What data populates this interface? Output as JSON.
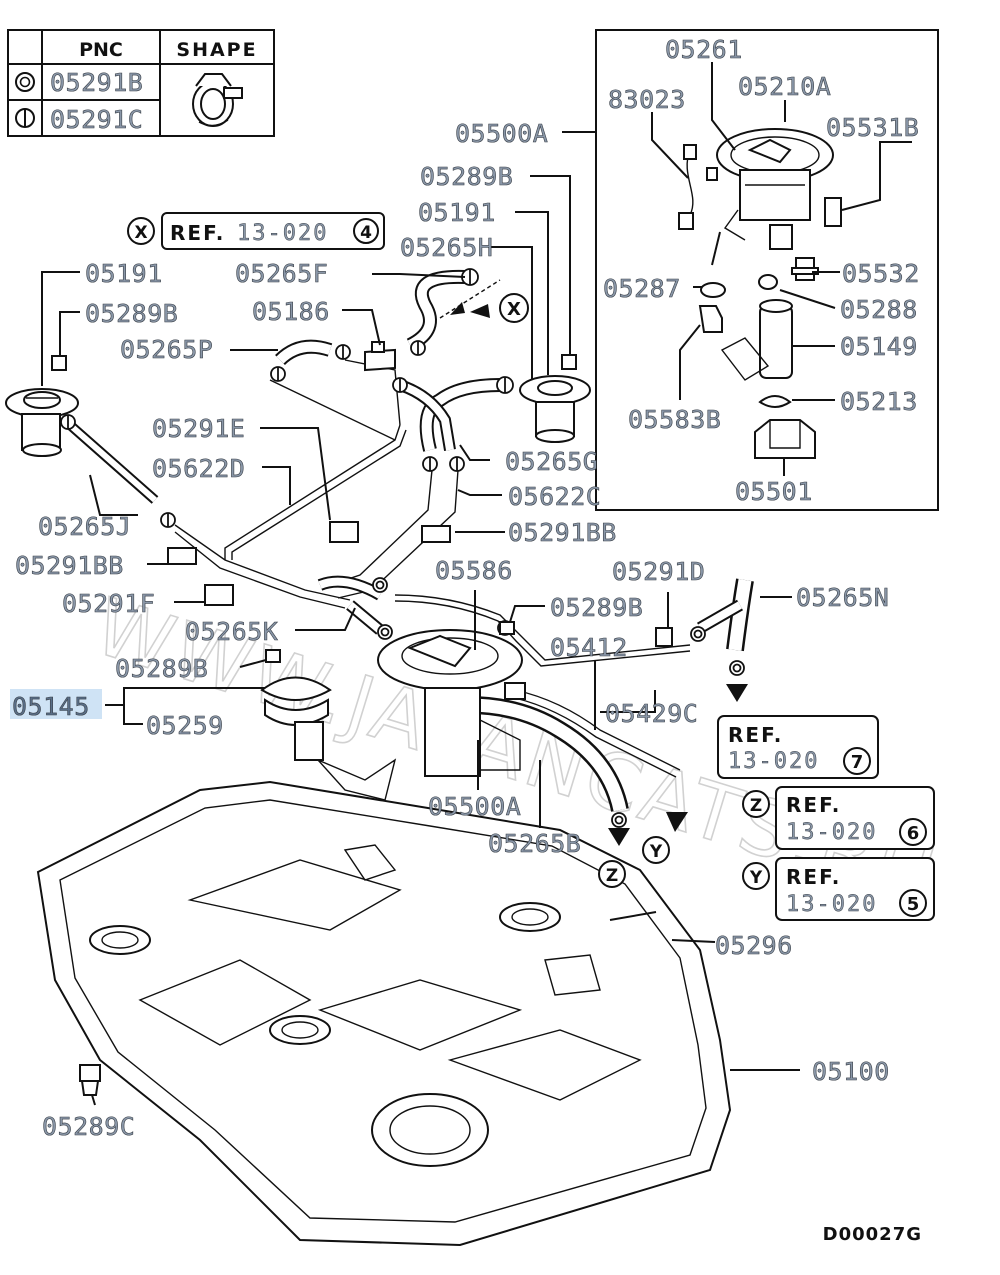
{
  "legend": {
    "headers": {
      "pnc": "PNC",
      "shape": "SHAPE"
    },
    "rows": [
      {
        "symbol": "double-circle",
        "pnc": "05291B"
      },
      {
        "symbol": "circle-bar",
        "pnc": "05291C"
      }
    ]
  },
  "parts": {
    "p05500A_top": "05500A",
    "p05261": "05261",
    "p83023": "83023",
    "p05210A": "05210A",
    "p05531B": "05531B",
    "p05289B_1": "05289B",
    "p05191_1": "05191",
    "p05265H": "05265H",
    "p05532": "05532",
    "p05287": "05287",
    "p05288": "05288",
    "p05149": "05149",
    "p05583B": "05583B",
    "p05213": "05213",
    "p05501": "05501",
    "p05191_2": "05191",
    "p05289B_2": "05289B",
    "p05265F": "05265F",
    "p05186": "05186",
    "p05265P": "05265P",
    "p05291E": "05291E",
    "p05622D": "05622D",
    "p05265G": "05265G",
    "p05622C": "05622C",
    "p05265J": "05265J",
    "p05291BB_1": "05291BB",
    "p05291BB_2": "05291BB",
    "p05586": "05586",
    "p05291D": "05291D",
    "p05265N": "05265N",
    "p05291F": "05291F",
    "p05289B_3": "05289B",
    "p05265K": "05265K",
    "p05412": "05412",
    "p05289B_4": "05289B",
    "p05145": "05145",
    "p05259": "05259",
    "p05429C": "05429C",
    "p05500A_bot": "05500A",
    "p05265B": "05265B",
    "p05296": "05296",
    "p05100": "05100",
    "p05289C": "05289C"
  },
  "refs": {
    "x": {
      "marker": "X",
      "label": "REF.",
      "code": "13-020",
      "num": "4"
    },
    "seven": {
      "label": "REF.",
      "code": "13-020",
      "num": "7"
    },
    "z": {
      "marker": "Z",
      "label": "REF.",
      "code": "13-020",
      "num": "6"
    },
    "y": {
      "marker": "Y",
      "label": "REF.",
      "code": "13-020",
      "num": "5"
    }
  },
  "markers": {
    "x": "X",
    "z": "Z",
    "y": "Y"
  },
  "watermark": "WWW.JAPANCATS.RU",
  "diagram_id": "D00027G",
  "colors": {
    "highlight": "#cfe3f5",
    "part_number": "#8a97a8",
    "line": "#111111"
  }
}
